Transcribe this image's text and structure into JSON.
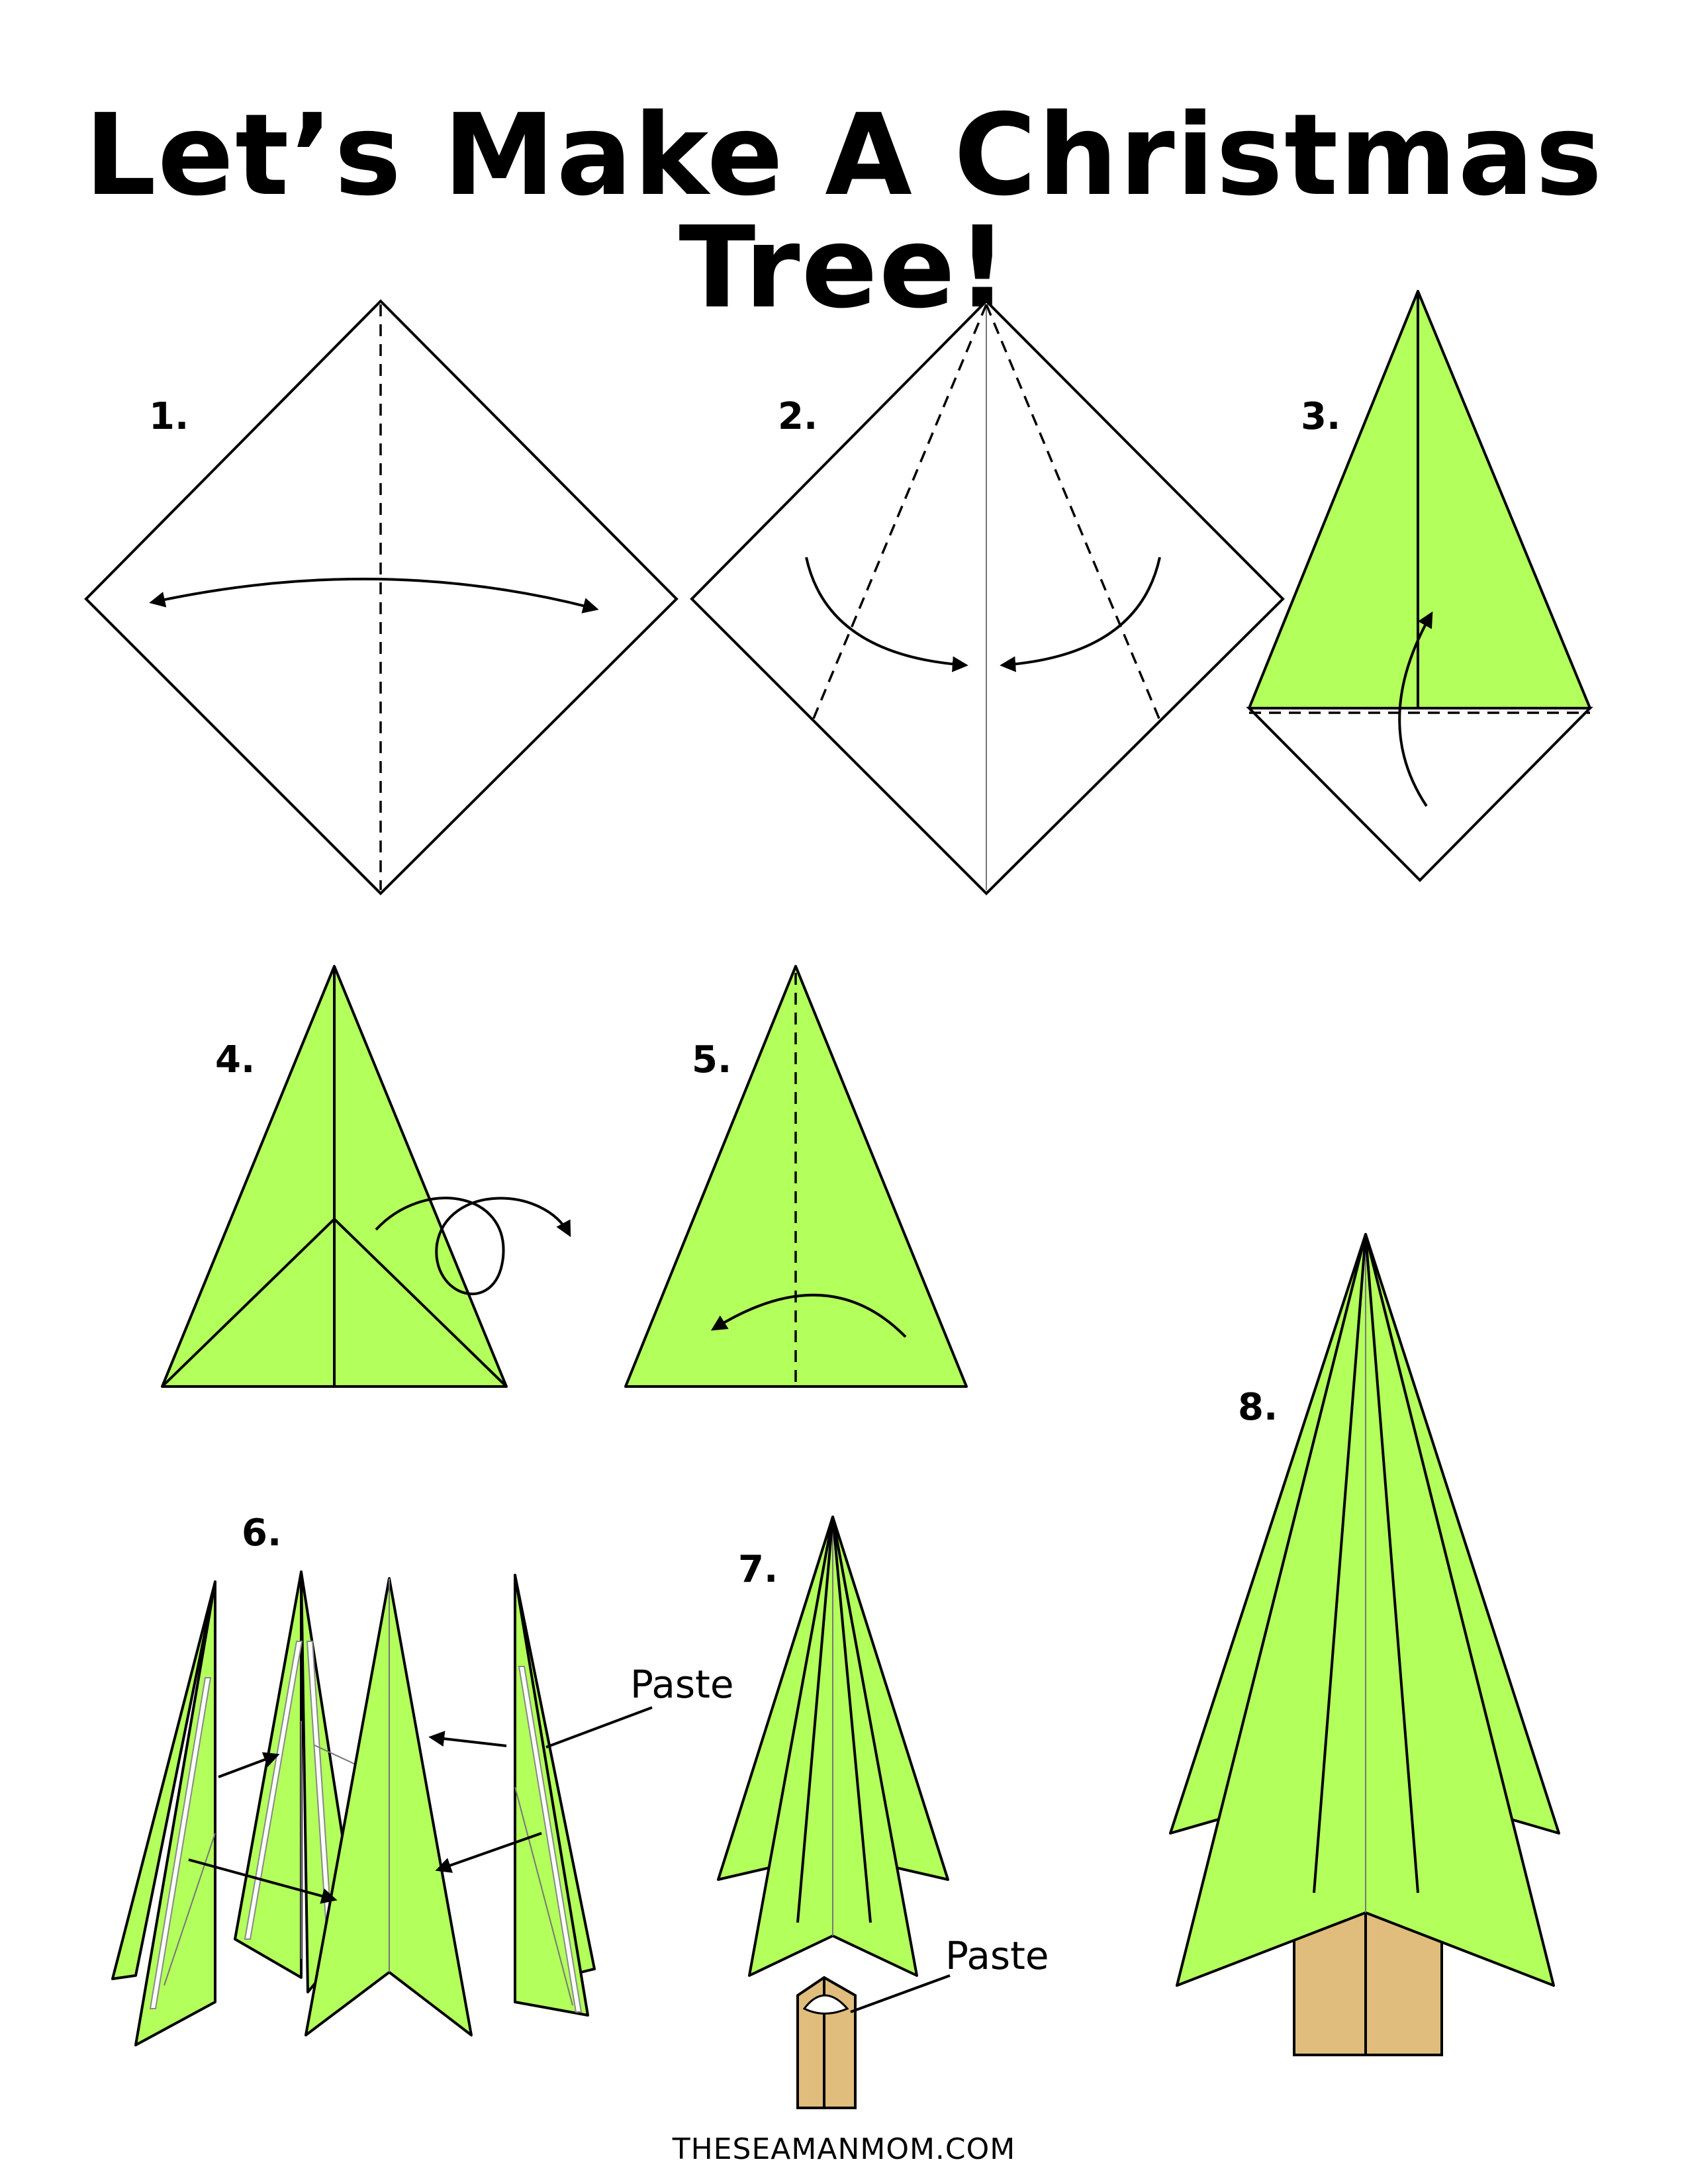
{
  "title": "Let’s Make A Christmas Tree!",
  "steps": [
    {
      "number": "1."
    },
    {
      "number": "2."
    },
    {
      "number": "3."
    },
    {
      "number": "4."
    },
    {
      "number": "5."
    },
    {
      "number": "6."
    },
    {
      "number": "7."
    },
    {
      "number": "8."
    }
  ],
  "labels": {
    "paste_step6": "Paste",
    "paste_step7": "Paste"
  },
  "footer": {
    "website": "THESEAMANMOM.COM"
  },
  "colors": {
    "paper_green": "#b3ff5c",
    "trunk_tan": "#e0bd7c",
    "outline": "#000000"
  },
  "icons": [
    "fold-arrow",
    "valley-fold-dashed-line",
    "crease-line",
    "paste-strip"
  ]
}
